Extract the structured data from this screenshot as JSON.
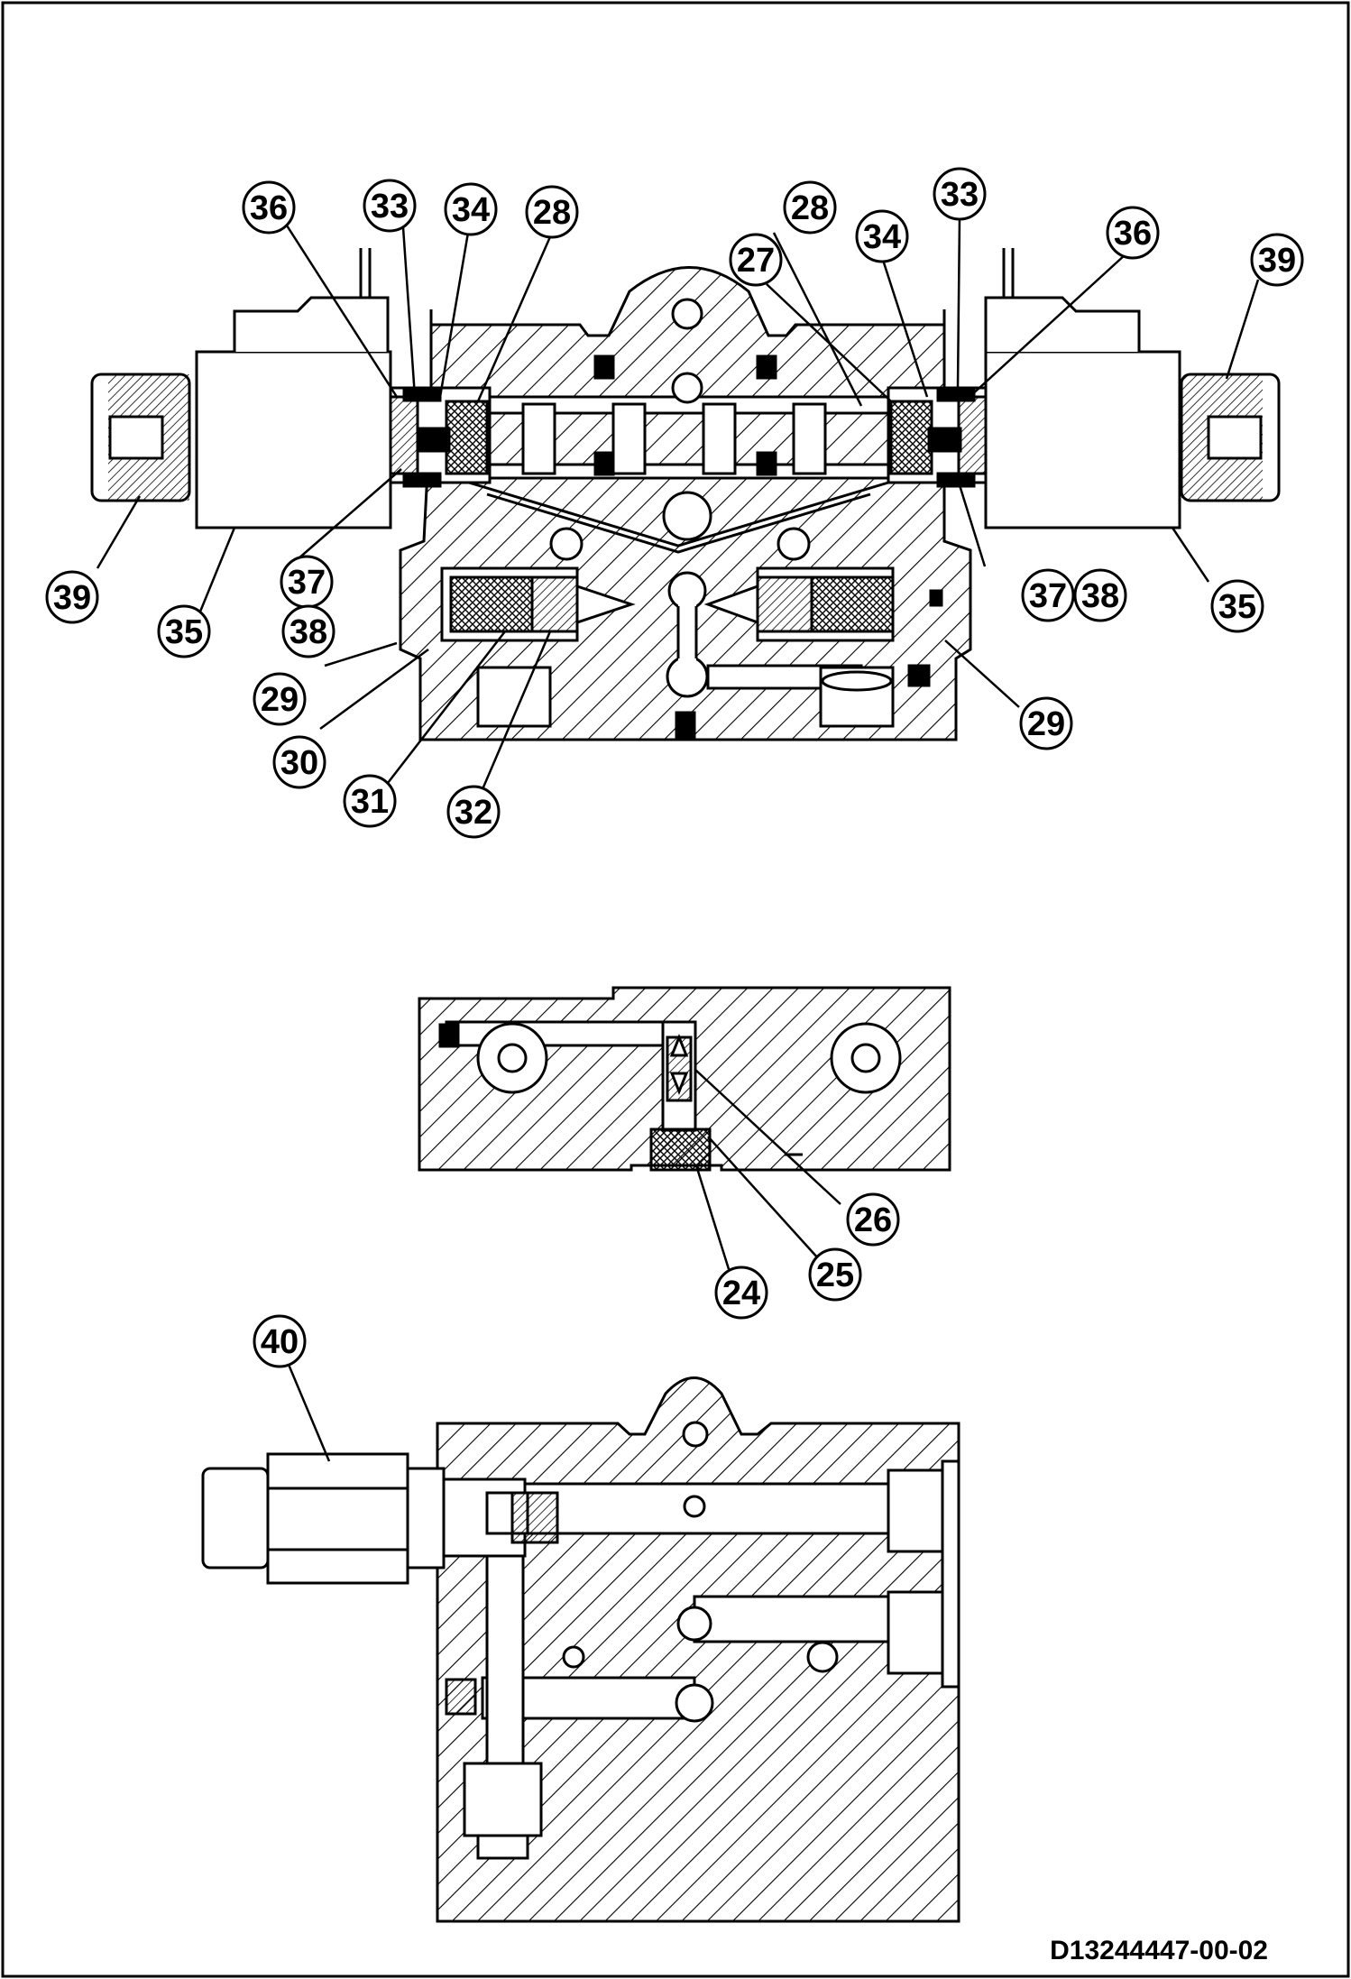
{
  "diagram": {
    "drawing_code": "D13244447-00-02",
    "callouts": {
      "c36a": "36",
      "c33a": "33",
      "c34a": "34",
      "c28a": "28",
      "c28b": "28",
      "c27": "27",
      "c33b": "33",
      "c34b": "34",
      "c36b": "36",
      "c39a": "39",
      "c39b": "39",
      "c37a": "37",
      "c38a": "38",
      "c35a": "35",
      "c29a": "29",
      "c30": "30",
      "c31": "31",
      "c32": "32",
      "c37b": "37",
      "c38b": "38",
      "c35b": "35",
      "c29b": "29",
      "c26": "26",
      "c25": "25",
      "c24": "24",
      "c40": "40"
    }
  }
}
